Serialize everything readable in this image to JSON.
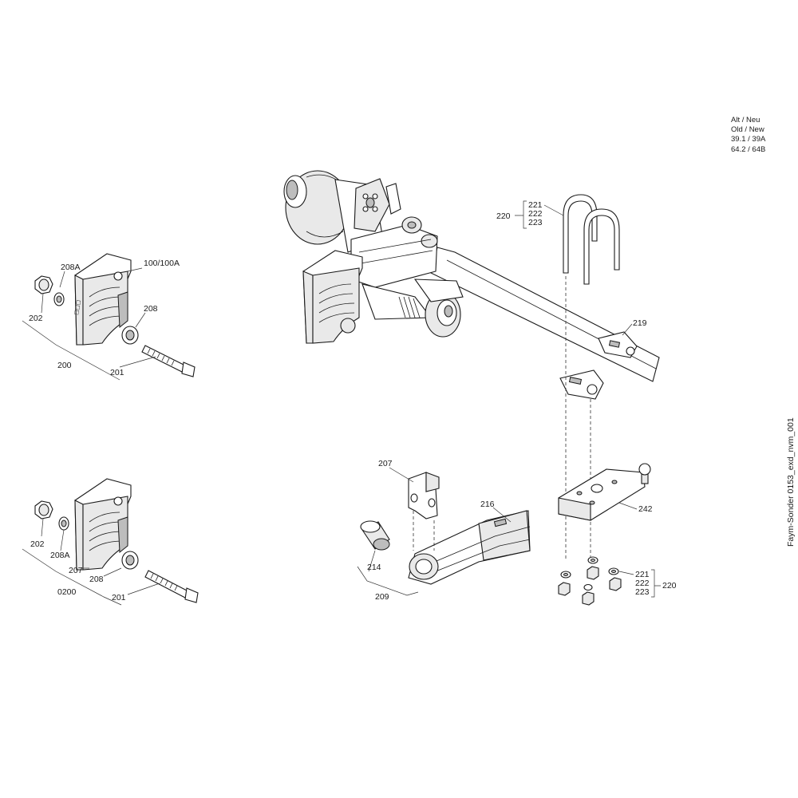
{
  "note": {
    "lines": [
      "Alt / Neu",
      "Old / New",
      "39.1 / 39A",
      "64.2 / 64B"
    ]
  },
  "drawing_id": "Faym-Sonder 0153_exd_nvm_001",
  "labels": {
    "top_left": {
      "l208a": "208A",
      "l100": "100/100A",
      "l202": "202",
      "l208": "208",
      "l200": "200",
      "l201": "201"
    },
    "bottom_left": {
      "l202": "202",
      "l208a": "208A",
      "l207": "207",
      "l208": "208",
      "l0200": "0200",
      "l201": "201"
    },
    "axle": {
      "l220": "220",
      "l221": "221",
      "l222": "222",
      "l223": "223",
      "l219": "219"
    },
    "arm": {
      "l207": "207",
      "l216": "216",
      "l214": "214",
      "l209": "209"
    },
    "plate": {
      "l242": "242",
      "l221": "221",
      "l222": "222",
      "l223": "223",
      "l220": "220"
    }
  }
}
